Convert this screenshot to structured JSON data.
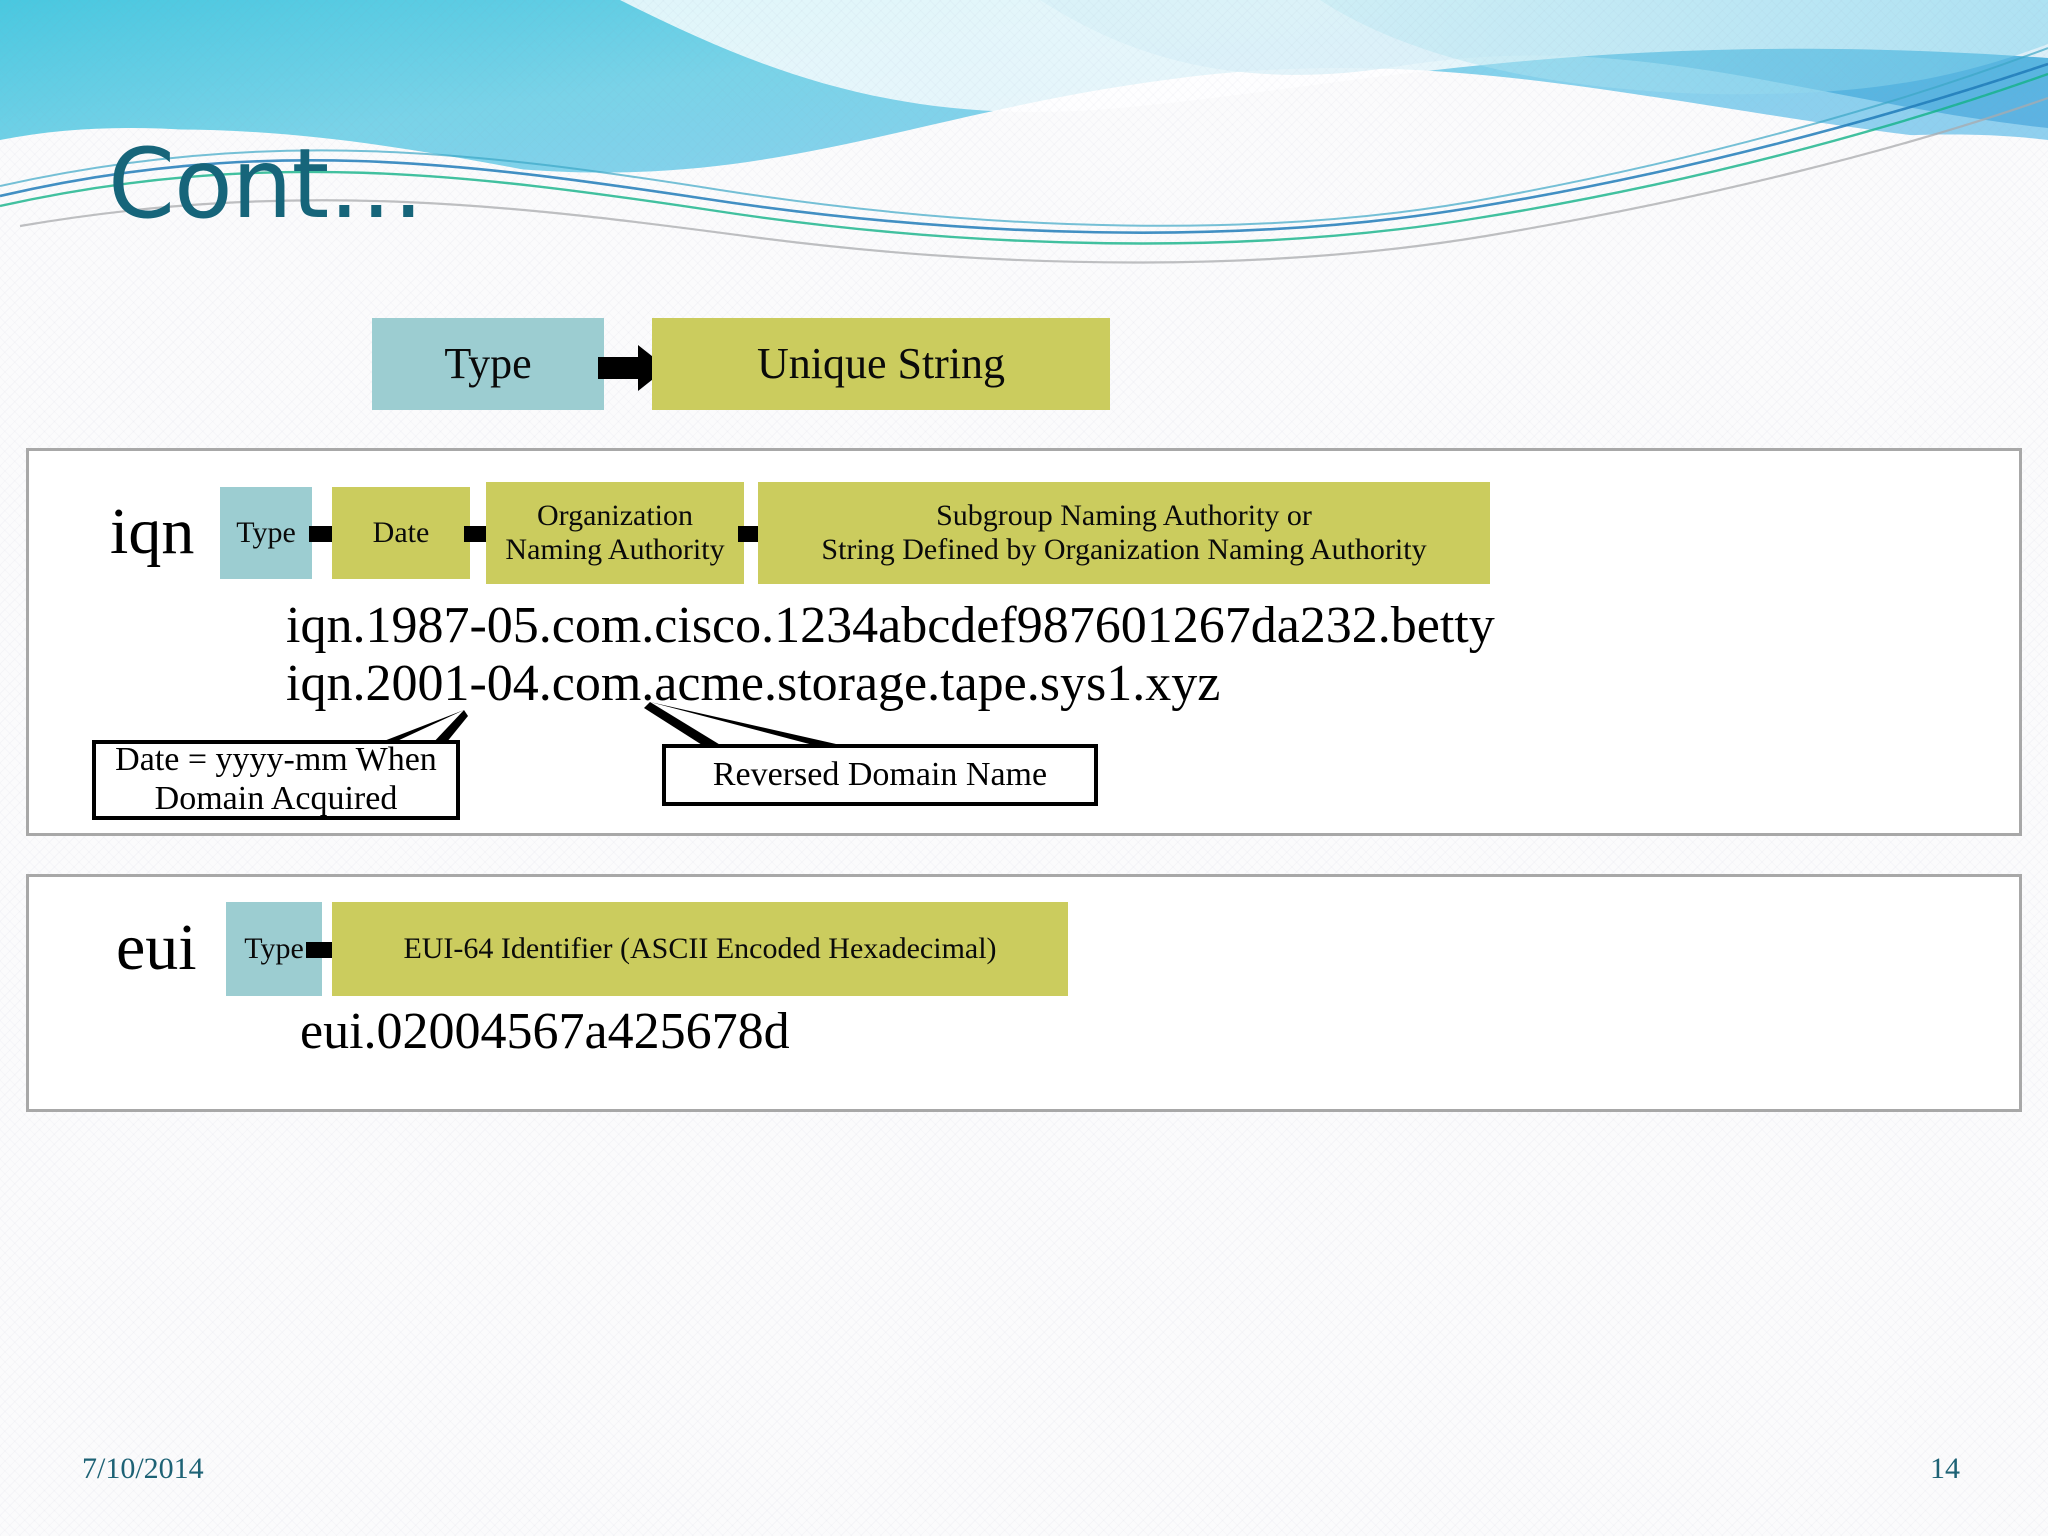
{
  "slide": {
    "title": "Cont…",
    "theme": {
      "title_color": "#16657a",
      "teal_box": "#9ccdd1",
      "olive_box": "#cbcc5e",
      "panel_border": "#a8a8a8",
      "footer_color": "#1d6275",
      "background": "#fbfbfc"
    }
  },
  "top_diagram": {
    "type_box": "Type",
    "unique_string_box": "Unique String",
    "arrow": "right-arrow"
  },
  "iqn_panel": {
    "label": "iqn",
    "boxes": [
      {
        "text": "Type",
        "color": "teal"
      },
      {
        "text": "Date",
        "color": "olive"
      },
      {
        "text": "Organization\nNaming Authority",
        "line1": "Organization",
        "line2": "Naming Authority",
        "color": "olive"
      },
      {
        "text": "Subgroup Naming Authority or\nString Defined by Organization Naming Authority",
        "line1": "Subgroup Naming Authority or",
        "line2": "String Defined by Organization Naming Authority",
        "color": "olive"
      }
    ],
    "examples": [
      "iqn.1987-05.com.cisco.1234abcdef987601267da232.betty",
      "iqn.2001-04.com.acme.storage.tape.sys1.xyz"
    ],
    "callouts": [
      {
        "line1": "Date = yyyy-mm When",
        "line2": "Domain Acquired"
      },
      {
        "line1": "Reversed Domain Name",
        "line2": ""
      }
    ]
  },
  "eui_panel": {
    "label": "eui",
    "boxes": [
      {
        "text": "Type",
        "color": "teal"
      },
      {
        "text": "EUI-64 Identifier (ASCII Encoded Hexadecimal)",
        "color": "olive"
      }
    ],
    "example": "eui.02004567a425678d"
  },
  "footer": {
    "date": "7/10/2014",
    "page_number": "14"
  }
}
